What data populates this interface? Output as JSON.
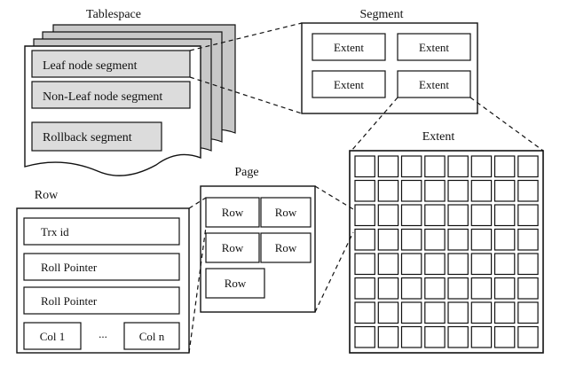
{
  "tablespace": {
    "title": "Tablespace",
    "segments": [
      "Leaf node segment",
      "Non-Leaf node segment",
      "Rollback segment"
    ]
  },
  "segment": {
    "title": "Segment",
    "extents": [
      "Extent",
      "Extent",
      "Extent",
      "Extent"
    ]
  },
  "extent": {
    "title": "Extent",
    "page_rows": 8,
    "page_cols": 8
  },
  "page": {
    "title": "Page",
    "rows": [
      "Row",
      "Row",
      "Row",
      "Row",
      "Row"
    ]
  },
  "row": {
    "title": "Row",
    "fields": [
      "Trx id",
      "Roll Pointer",
      "Roll Pointer"
    ],
    "columns": [
      "Col 1",
      "...",
      "Col n"
    ]
  },
  "colors": {
    "stroke": "#111111",
    "sheet_fill": "#c8c8c8",
    "label_fill": "#dcdcdc",
    "background": "#ffffff"
  }
}
